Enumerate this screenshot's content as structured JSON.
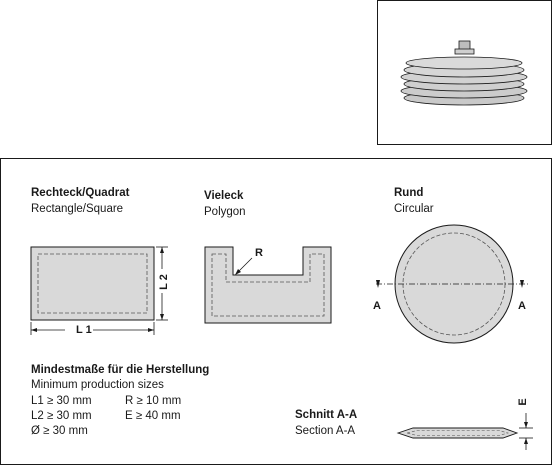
{
  "rechteck": {
    "title": "Rechteck/Quadrat",
    "subtitle": "Rectangle/Square",
    "l1": "L 1",
    "l2": "L 2"
  },
  "vieleck": {
    "title": "Vieleck",
    "subtitle": "Polygon",
    "r": "R"
  },
  "rund": {
    "title": "Rund",
    "subtitle": "Circular",
    "a_left": "A",
    "a_right": "A"
  },
  "mindest": {
    "title": "Mindestmaße für die Herstellung",
    "subtitle": "Minimum production sizes",
    "l1": "L1 ≥ 30 mm",
    "r": "R ≥ 10 mm",
    "l2": "L2 ≥ 30 mm",
    "e": "E ≥ 40 mm",
    "d": "Ø  ≥ 30 mm"
  },
  "schnitt": {
    "title": "Schnitt A-A",
    "subtitle": "Section A-A",
    "e": "E"
  },
  "colors": {
    "fill": "#d9d9d9",
    "stroke": "#1a1a1a",
    "dash": "#555555"
  }
}
